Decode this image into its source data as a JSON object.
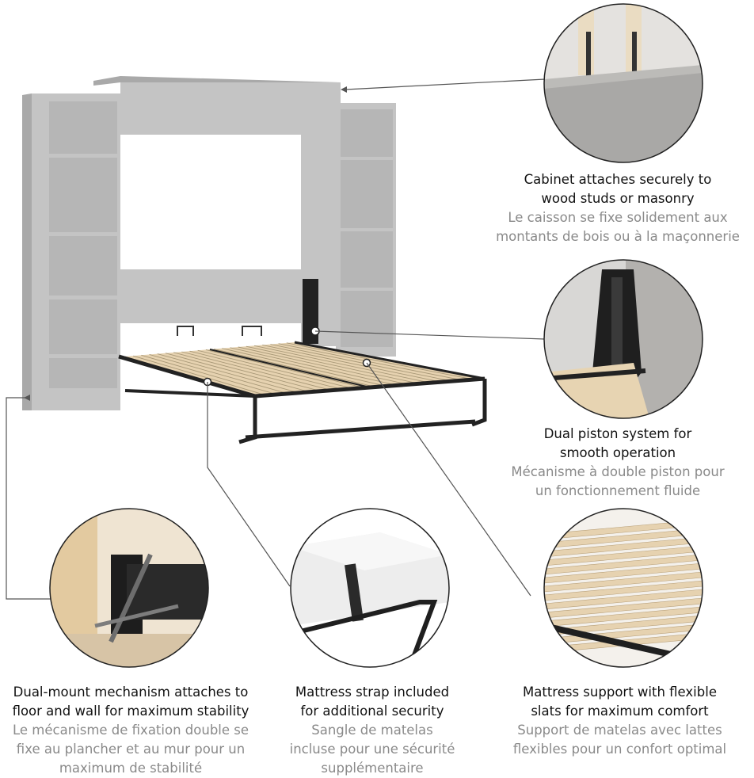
{
  "features": {
    "cabinet": {
      "en_line1": "Cabinet attaches securely to",
      "en_line2": "wood studs or masonry",
      "fr_line1": "Le caisson se fixe solidement aux",
      "fr_line2": "montants de bois ou à la maçonnerie"
    },
    "piston": {
      "en_line1": "Dual piston system for",
      "en_line2": "smooth operation",
      "fr_line1": "Mécanisme à double piston pour",
      "fr_line2": "un fonctionnement fluide"
    },
    "mount": {
      "en_line1": "Dual-mount mechanism attaches to",
      "en_line2": "floor and wall for maximum stability",
      "fr_line1": "Le mécanisme de fixation double se",
      "fr_line2": "fixe au plancher et au mur pour un",
      "fr_line3": "maximum de stabilité"
    },
    "strap": {
      "en_line1": "Mattress strap included",
      "en_line2": "for additional security",
      "fr_line1": "Sangle de matelas",
      "fr_line2": "incluse pour une sécurité",
      "fr_line3": "supplémentaire"
    },
    "slats": {
      "en_line1": "Mattress support with flexible",
      "en_line2": "slats for maximum comfort",
      "fr_line1": "Support de matelas avec lattes",
      "fr_line2": "flexibles pour un confort optimal"
    }
  },
  "colors": {
    "cabinet_face": "#c4c4c4",
    "cabinet_side": "#a9a9a9",
    "cabinet_inner": "#b6b6b6",
    "frame_black": "#222222",
    "slat_wood": "#e6d2b0",
    "text_primary": "#111111",
    "text_secondary": "#8a8a8a",
    "callout_line": "#555555"
  },
  "icons": {
    "main": "murphy-bed-with-bookcases",
    "detail_cabinet": "wall-mount-bracket-closeup",
    "detail_piston": "piston-hinge-closeup",
    "detail_mount": "screw-bracket-closeup",
    "detail_strap": "mattress-strap-closeup",
    "detail_slats": "flexible-slats-closeup"
  }
}
